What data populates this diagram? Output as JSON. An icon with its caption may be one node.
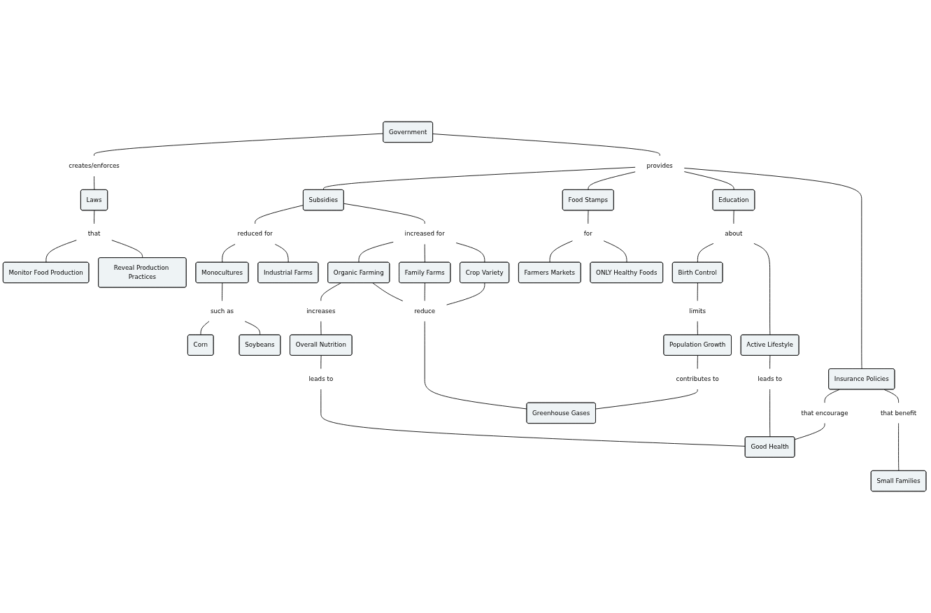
{
  "diagram": {
    "nodes": [
      {
        "text": [
          "Government"
        ]
      },
      {
        "text": [
          "creates/enforces"
        ]
      },
      {
        "text": [
          "provides"
        ]
      },
      {
        "text": [
          "Laws"
        ]
      },
      {
        "text": [
          "that"
        ]
      },
      {
        "text": [
          "Monitor Food Production"
        ]
      },
      {
        "text": [
          "Reveal Production Practices"
        ]
      },
      {
        "text": [
          "Subsidies"
        ]
      },
      {
        "text": [
          "Food Stamps"
        ]
      },
      {
        "text": [
          "Education"
        ]
      },
      {
        "text": [
          "Insurance Policies"
        ]
      },
      {
        "text": [
          "for"
        ]
      },
      {
        "text": [
          "about"
        ]
      },
      {
        "text": [
          "reduced for"
        ]
      },
      {
        "text": [
          "Farmers Markets"
        ]
      },
      {
        "text": [
          "ONLY Healthy Foods"
        ]
      },
      {
        "text": [
          "Birth Control"
        ]
      },
      {
        "text": [
          "that benefit"
        ]
      },
      {
        "text": [
          "increased for"
        ]
      },
      {
        "text": [
          "Monocultures"
        ]
      },
      {
        "text": [
          "Active Lifestyle"
        ]
      },
      {
        "text": [
          "limits"
        ]
      },
      {
        "text": [
          "Industrial Farms"
        ]
      },
      {
        "text": [
          "Organic Farming"
        ]
      },
      {
        "text": [
          "Family Farms"
        ]
      },
      {
        "text": [
          "Crop Variety"
        ]
      },
      {
        "text": [
          "Population Growth"
        ]
      },
      {
        "text": [
          "Small Families"
        ]
      },
      {
        "text": [
          "such as"
        ]
      },
      {
        "text": [
          "that encourage"
        ]
      },
      {
        "text": [
          "Corn"
        ]
      },
      {
        "text": [
          "Soybeans"
        ]
      },
      {
        "text": [
          "increases"
        ]
      },
      {
        "text": [
          "reduce"
        ]
      },
      {
        "text": [
          "contributes to"
        ]
      },
      {
        "text": [
          "leads to"
        ]
      },
      {
        "text": [
          "Greenhouse Gases"
        ]
      },
      {
        "text": [
          "Overall Nutrition"
        ]
      },
      {
        "text": [
          "leads to"
        ]
      },
      {
        "text": [
          "Good Health"
        ]
      }
    ],
    "edges": [
      {
        "from": 0,
        "to": 1,
        "arrow": "none"
      },
      {
        "from": 1,
        "to": 3,
        "arrow": "none"
      },
      {
        "from": 0,
        "to": 2,
        "arrow": "none"
      },
      {
        "from": 2,
        "to": 7,
        "arrow": "none"
      },
      {
        "from": 2,
        "to": 8,
        "arrow": "none"
      },
      {
        "from": 2,
        "to": 9,
        "arrow": "none"
      },
      {
        "from": 2,
        "to": 10,
        "arrow": "none"
      },
      {
        "from": 3,
        "to": 4,
        "arrow": "none"
      },
      {
        "from": 4,
        "to": 5,
        "arrow": "none"
      },
      {
        "from": 4,
        "to": 6,
        "arrow": "none"
      },
      {
        "from": 8,
        "to": 11,
        "arrow": "none"
      },
      {
        "from": 11,
        "to": 14,
        "arrow": "none"
      },
      {
        "from": 11,
        "to": 15,
        "arrow": "none"
      },
      {
        "from": 9,
        "to": 12,
        "arrow": "none"
      },
      {
        "from": 12,
        "to": 16,
        "arrow": "none"
      },
      {
        "from": 12,
        "to": 20,
        "arrow": "none"
      },
      {
        "from": 10,
        "to": 29,
        "arrow": "none"
      },
      {
        "from": 29,
        "to": 39,
        "arrow": "none"
      },
      {
        "from": 10,
        "to": 17,
        "arrow": "none"
      },
      {
        "from": 17,
        "to": 27,
        "arrow": "none"
      },
      {
        "from": 7,
        "to": 13,
        "arrow": "none"
      },
      {
        "from": 13,
        "to": 19,
        "arrow": "none"
      },
      {
        "from": 13,
        "to": 22,
        "arrow": "none"
      },
      {
        "from": 7,
        "to": 18,
        "arrow": "none"
      },
      {
        "from": 18,
        "to": 23,
        "arrow": "none"
      },
      {
        "from": 18,
        "to": 24,
        "arrow": "none"
      },
      {
        "from": 18,
        "to": 25,
        "arrow": "none"
      },
      {
        "from": 19,
        "to": 28,
        "arrow": "none"
      },
      {
        "from": 28,
        "to": 30,
        "arrow": "none"
      },
      {
        "from": 28,
        "to": 31,
        "arrow": "none"
      },
      {
        "from": 16,
        "to": 21,
        "arrow": "none"
      },
      {
        "from": 21,
        "to": 26,
        "arrow": "none"
      },
      {
        "from": 26,
        "to": 34,
        "arrow": "none"
      },
      {
        "from": 34,
        "to": 36,
        "arrow": "none"
      },
      {
        "from": 23,
        "to": 32,
        "arrow": "none"
      },
      {
        "from": 32,
        "to": 37,
        "arrow": "none"
      },
      {
        "from": 23,
        "to": 33,
        "arrow": "none"
      },
      {
        "from": 24,
        "to": 33,
        "arrow": "none"
      },
      {
        "from": 25,
        "to": 33,
        "arrow": "none"
      },
      {
        "from": 33,
        "to": 36,
        "arrow": "none"
      },
      {
        "from": 20,
        "to": 35,
        "arrow": "none"
      },
      {
        "from": 35,
        "to": 39,
        "arrow": "none"
      },
      {
        "from": 37,
        "to": 38,
        "arrow": "none"
      },
      {
        "from": 38,
        "to": 39,
        "arrow": "none"
      }
    ]
  }
}
